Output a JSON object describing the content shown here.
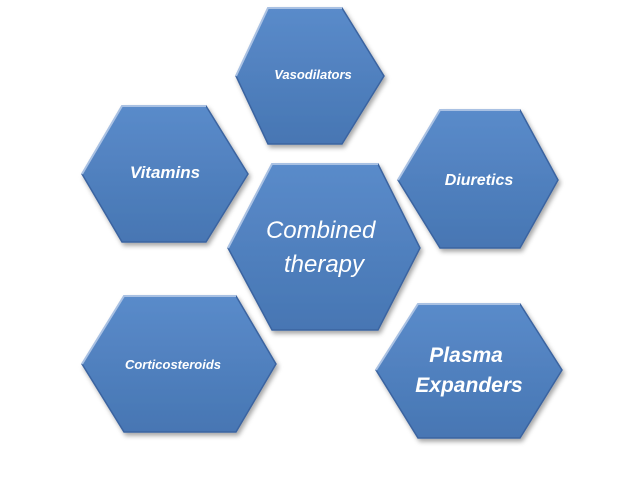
{
  "diagram": {
    "colors": {
      "fill": "#4f7fbe",
      "outline": "#3a64a0",
      "edge_light": "#a9c1e3",
      "text": "#ffffff"
    },
    "center": {
      "lines": [
        "Combined",
        "therapy"
      ]
    },
    "nodes": {
      "vasodilators": {
        "lines": [
          "Vasodilators"
        ]
      },
      "vitamins": {
        "lines": [
          "Vitamins"
        ]
      },
      "diuretics": {
        "lines": [
          "Diuretics"
        ]
      },
      "corticosteroids": {
        "lines": [
          "Corticosteroids"
        ]
      },
      "plasma_expanders": {
        "lines": [
          "Plasma",
          "Expanders"
        ]
      }
    }
  }
}
